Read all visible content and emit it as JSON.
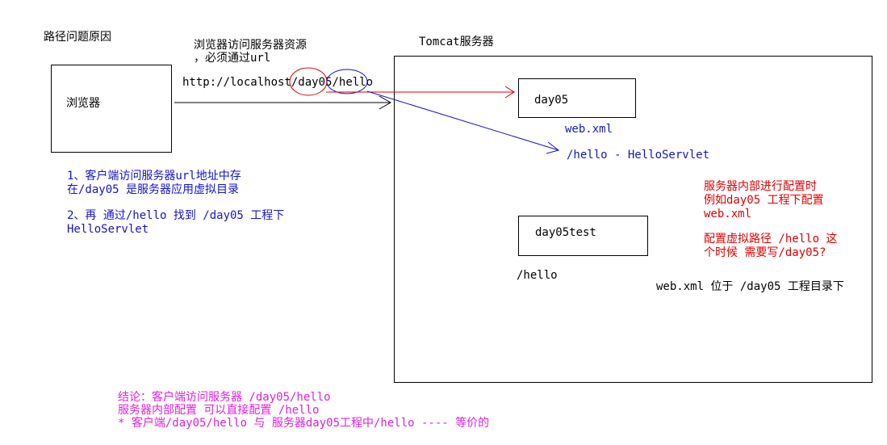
{
  "title": "路径问题原因",
  "browser": {
    "box_label": "浏览器",
    "note_line1": "浏览器访问服务器资源",
    "note_line2": "，必须通过url",
    "url_prefix": "http://localhost/",
    "url_day05": "day05",
    "url_slash": "/",
    "url_hello": "hello"
  },
  "server": {
    "title": "Tomcat服务器",
    "day05_label": "day05",
    "webxml_label": "web.xml",
    "mapping_label": "/hello - HelloServlet",
    "day05test_label": "day05test",
    "hello_label": "/hello",
    "webxml_location": "web.xml 位于 /day05 工程目录下"
  },
  "blue_notes": {
    "line1": "1、客户端访问服务器url地址中存",
    "line2": "在/day05 是服务器应用虚拟目录",
    "line3": "2、再 通过/hello 找到 /day05 工程下",
    "line4": "HelloServlet"
  },
  "red_notes": {
    "line1": "服务器内部进行配置时",
    "line2": "例如day05 工程下配置",
    "line3": "web.xml",
    "line4": "配置虚拟路径 /hello 这",
    "line5": "个时候 需要写/day05?"
  },
  "conclusion": {
    "line1": "结论：客户端访问服务器 /day05/hello",
    "line2": "服务器内部配置 可以直接配置 /hello",
    "line3": "* 客户端/day05/hello 与 服务器day05工程中/hello ---- 等价的"
  },
  "colors": {
    "blue": "#1414c8",
    "red": "#e00000",
    "magenta": "#e020e0",
    "black": "#000000"
  }
}
